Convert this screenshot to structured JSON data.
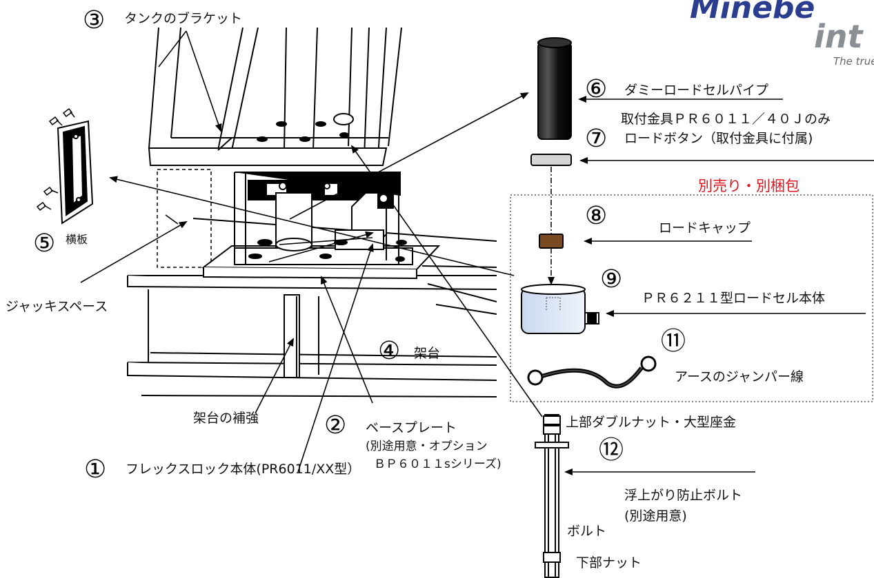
{
  "logo": {
    "brand": "Minebe",
    "sub": "int",
    "tagline": "The true"
  },
  "callouts": {
    "c1": {
      "num": "①",
      "text": "フレックスロック本体(PR6011/XX型）"
    },
    "c2": {
      "num": "②",
      "text_lines": [
        "ベースプレート",
        "(別途用意・オプション",
        "ＢＰ６０１１sシリーズ)"
      ]
    },
    "c3": {
      "num": "③",
      "text": "タンクのブラケット"
    },
    "c4": {
      "num": "④",
      "text": "架台"
    },
    "c5": {
      "num": "⑤",
      "text": "横板"
    },
    "c6": {
      "num": "⑥",
      "text": "ダミーロードセルパイプ"
    },
    "c7": {
      "num": "⑦",
      "text_lines": [
        "取付金具ＰＲ６０１１／４０Ｊのみ",
        "ロードボタン（取付金具に付属)"
      ]
    },
    "c8": {
      "num": "⑧",
      "text": "ロードキャップ"
    },
    "c9": {
      "num": "⑨",
      "text": "ＰＲ６２１１型ロードセル本体"
    },
    "c11": {
      "num": "⑪",
      "text": "アースのジャンパー線"
    },
    "c12": {
      "num": "⑫",
      "text_lines": [
        "浮上がり防止ボルト",
        "(別途用意)"
      ]
    }
  },
  "labels": {
    "jack_space": "ジャッキスペース",
    "reinforcement": "架台の補強",
    "upper_nut": "上部ダブルナット・大型座金",
    "bolt": "ボルト",
    "lower_nut": "下部ナット",
    "sold_separately": "別売り・別梱包"
  },
  "colors": {
    "red_note": "#e0141e",
    "logo_blue": "#2a3d8f",
    "logo_grey": "#8a8f96",
    "load_cap": "#7a4a22"
  }
}
